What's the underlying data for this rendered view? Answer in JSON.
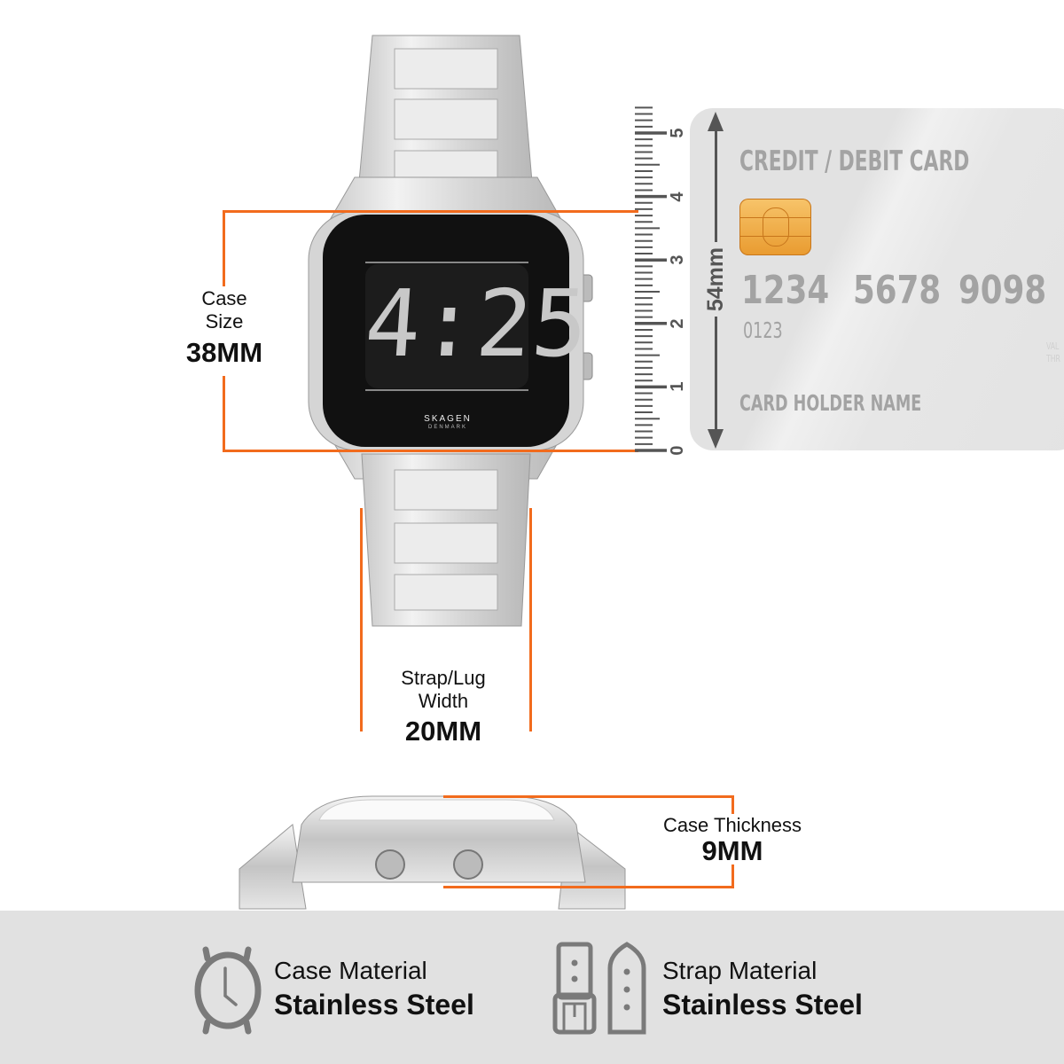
{
  "watch": {
    "display_time": "4:25",
    "brand": "SKAGEN",
    "brand_sub": "DENMARK"
  },
  "case_size": {
    "label_line1": "Case",
    "label_line2": "Size",
    "value": "38MM"
  },
  "strap_width": {
    "label_line1": "Strap/Lug",
    "label_line2": "Width",
    "value": "20MM"
  },
  "thickness": {
    "label": "Case Thickness",
    "value": "9MM"
  },
  "ruler": {
    "ticks": [
      "0",
      "1",
      "2",
      "3",
      "4",
      "5"
    ],
    "dimension": "54mm"
  },
  "card": {
    "title": "CREDIT / DEBIT CARD",
    "number_1": "1234",
    "number_2": "5678",
    "number_3": "9098",
    "sub_number": "0123",
    "holder": "CARD HOLDER NAME",
    "faint_1": "VAL",
    "faint_2": "THR"
  },
  "materials": [
    {
      "icon": "watch-icon",
      "label": "Case Material",
      "value": "Stainless Steel"
    },
    {
      "icon": "strap-icon",
      "label": "Strap Material",
      "value": "Stainless Steel"
    }
  ],
  "colors": {
    "accent": "#f26b1d",
    "band": "#e1e1e1",
    "card": "#e2e2e2",
    "icon": "#7a7a7a"
  }
}
